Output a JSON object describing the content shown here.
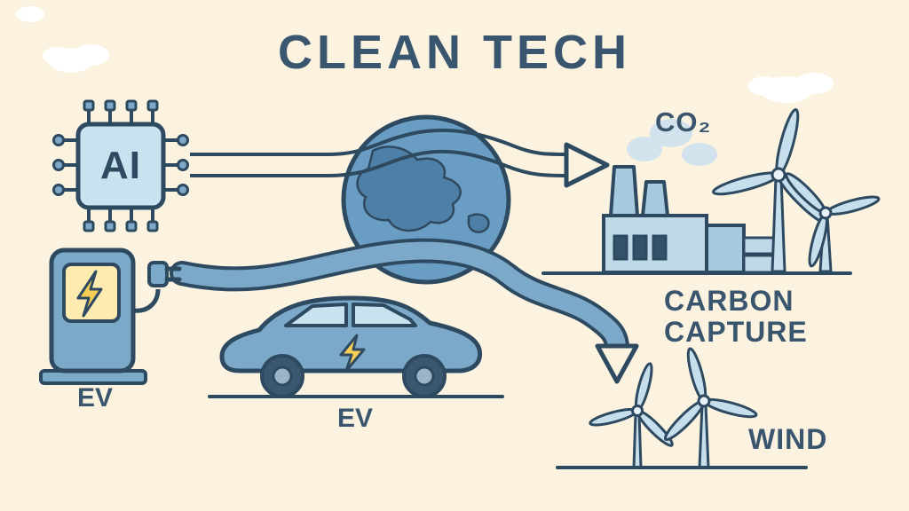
{
  "title": "CLEAN TECH",
  "labels": {
    "ai_chip": "AI",
    "ev_charger": "EV",
    "ev_car": "EV",
    "co2": "CO₂",
    "carbon_capture": "CARBON CAPTURE",
    "wind": "WIND"
  },
  "colors": {
    "background": "#FBF3E0",
    "outline": "#2E4A61",
    "text": "#3A556E",
    "mid_blue": "#7CA9C9",
    "light_blue": "#C9E2F0",
    "pale_blue": "#BFD9E8",
    "globe_blue": "#699DC4",
    "continent_blue": "#4E7FA6",
    "accent_yellow": "#F7CE55",
    "screen_yellow": "#FDEBB0",
    "smoke_blue": "#D3E3EE",
    "cloud_white": "#FFFFFF"
  }
}
